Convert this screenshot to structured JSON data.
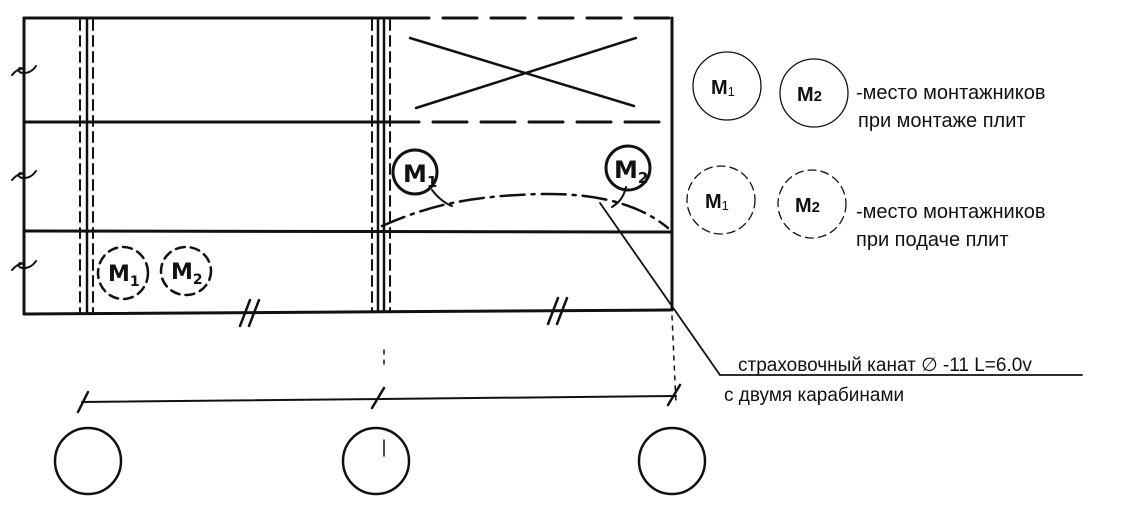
{
  "legend": {
    "m1": "М",
    "m1_sub": "1",
    "m2": "М",
    "m2_sub": "2",
    "row1_text_line1": "-место монтажников",
    "row1_text_line2": "при монтаже плит",
    "row2_text_line1": "-место монтажников",
    "row2_text_line2": "при подаче плит"
  },
  "plan": {
    "marker_m1": "М",
    "marker_m1_sub": "1",
    "marker_m2": "М",
    "marker_m2_sub": "2"
  },
  "callout": {
    "line1": "страховочный канат ∅ -11 L=6.0v",
    "line2": "с двумя карабинами"
  },
  "colors": {
    "ink": "#111111",
    "background": "#ffffff"
  }
}
